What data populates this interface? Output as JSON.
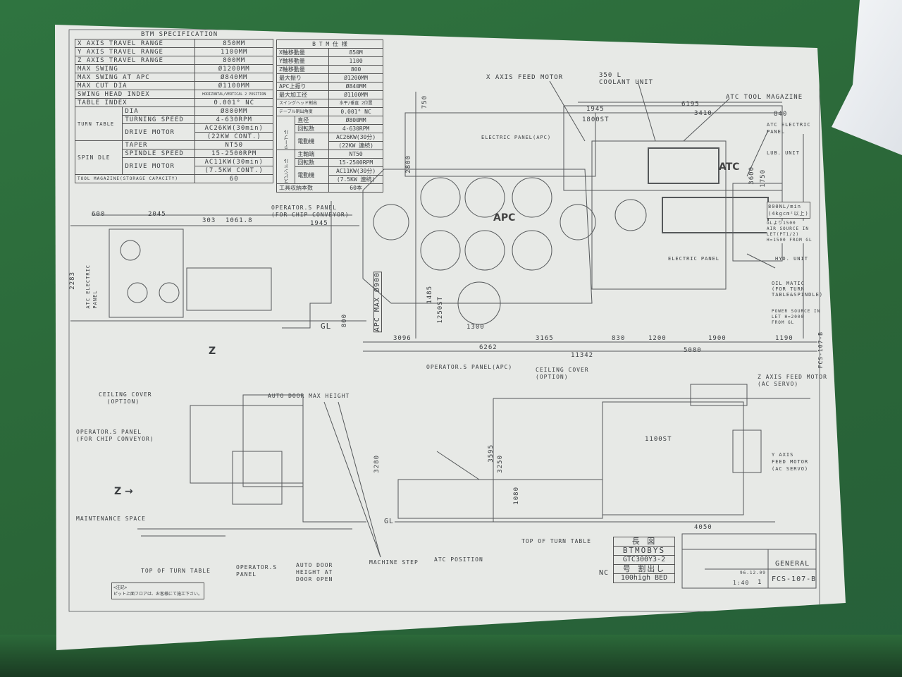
{
  "spec_en": {
    "title": "BTM SPECIFICATION",
    "rows": [
      {
        "label": "X AXIS TRAVEL RANGE",
        "value": "850MM"
      },
      {
        "label": "Y AXIS TRAVEL RANGE",
        "value": "1100MM"
      },
      {
        "label": "Z AXIS TRAVEL RANGE",
        "value": "800MM"
      },
      {
        "label": "MAX SWING",
        "value": "Ø1200MM"
      },
      {
        "label": "MAX SWING AT APC",
        "value": "Ø840MM"
      },
      {
        "label": "MAX CUT DIA",
        "value": "Ø1100MM"
      },
      {
        "label": "SWING HEAD INDEX",
        "value": "HORIZONTAL/VERTICAL 2 POSITION"
      },
      {
        "label": "TABLE INDEX",
        "value": "0.001° NC"
      }
    ],
    "turn_table": {
      "group": "TURN TABLE",
      "rows": [
        {
          "label": "DIA",
          "value": "Ø800MM"
        },
        {
          "label": "TURNING SPEED",
          "value": "4-630RPM"
        },
        {
          "label": "DRIVE MOTOR",
          "value": "AC26KW(30min)",
          "value2": "(22KW CONT.)"
        }
      ]
    },
    "spindle": {
      "group": "SPIN DLE",
      "rows": [
        {
          "label": "TAPER",
          "value": "NT50"
        },
        {
          "label": "SPINDLE SPEED",
          "value": "15-2500RPM"
        },
        {
          "label": "DRIVE MOTOR",
          "value": "AC11KW(30min)",
          "value2": "(7.5KW CONT.)"
        }
      ]
    },
    "tool_magazine": {
      "label": "TOOL MAGAZINE(STORAGE CAPACITY)",
      "value": "60"
    }
  },
  "spec_jp": {
    "title": "B T M 仕 様",
    "rows": [
      {
        "label": "X軸移動量",
        "value": "850M"
      },
      {
        "label": "Y軸移動量",
        "value": "1100"
      },
      {
        "label": "Z軸移動量",
        "value": "800"
      },
      {
        "label": "最大振り",
        "value": "Ø1200MM"
      },
      {
        "label": "APC上振り",
        "value": "Ø840MM"
      },
      {
        "label": "最大加工径",
        "value": "Ø1100MM"
      },
      {
        "label": "スイングヘッド割出",
        "value": "水平/垂直 2位置"
      },
      {
        "label": "テーブル割出角度",
        "value": "0.001° NC"
      }
    ],
    "table_group": "テーブル",
    "table_rows": [
      {
        "label": "直径",
        "value": "Ø800MM"
      },
      {
        "label": "回転数",
        "value": "4-630RPM"
      },
      {
        "label": "電動機",
        "value": "AC26KW(30分)",
        "value2": "(22KW 連続)"
      }
    ],
    "spindle_group": "スピンドル",
    "spindle_rows": [
      {
        "label": "主軸端",
        "value": "NT50"
      },
      {
        "label": "回転数",
        "value": "15-2500RPM"
      },
      {
        "label": "電動機",
        "value": "AC11KW(30分)",
        "value2": "(7.5KW 連続)"
      }
    ],
    "tool": {
      "label": "工具収納本数",
      "value": "60本"
    }
  },
  "labels": {
    "x_feed": "X AXIS FEED MOTOR",
    "coolant": "350 L\nCOOLANT UNIT",
    "atc_mag": "ATC TOOL MAGAZINE",
    "elec_apc": "ELECTRIC PANEL(APC)",
    "atc_elec": "ATC ELECTRIC\nPANEL",
    "lub": "LUB. UNIT",
    "atc": "ATC",
    "apc": "APC",
    "air_flow": "800NL/min\n(4kgcm²以上)",
    "air": "GLより1500\nAIR SOURCE IN\nLET(PT1/2)\nH=1500 FROM GL",
    "hyd": "HYD. UNIT",
    "oil": "OIL MATIC\n(FOR TURN\nTABLE&SPINDLE)",
    "power": "POWER SOURCE IN\nLET H=2000\nFROM GL",
    "elec": "ELECTRIC PANEL",
    "op_chip_top": "OPERATOR.S PANEL\n(FOR CHIP CONVEYOR)",
    "atc_elec_left": "ATC ELECTRIC\nPANEL",
    "apc_max": "APC MAX Ø900",
    "gl1": "GL",
    "z1": "Z",
    "op_apc": "OPERATOR.S PANEL(APC)",
    "ceiling_r": "CEILING COVER\n(OPTION)",
    "z_feed": "Z AXIS FEED MOTOR\n(AC SERVO)",
    "ceiling_l": "CEILING COVER\n  (OPTION)",
    "auto_door": "AUTO DOOR MAX HEIGHT",
    "op_chip_low": "OPERATOR.S PANEL\n(FOR CHIP CONVEYOR)",
    "z2": "Z →",
    "maint": "MAINTENANCE SPACE",
    "y_feed": "Y AXIS\nFEED MOTOR\n(AC SERVO)",
    "top_tt_r": "TOP OF TURN TABLE",
    "top_tt_l": "TOP OF TURN TABLE",
    "op_panel": "OPERATOR.S\nPANEL",
    "door_open": "AUTO DOOR\nHEIGHT AT\nDOOR OPEN",
    "step": "MACHINE STEP",
    "atc_pos": "ATC POSITION",
    "gl2": "GL",
    "note": "<注記>\nピット上面フロアは、お客様にて施工下さい。",
    "side_code": "FCS-107-B"
  },
  "dims": [
    "600",
    "2045",
    "303",
    "1061.8",
    "1945",
    "2283",
    "6195",
    "3410",
    "840",
    "1945",
    "1800ST",
    "750",
    "2800",
    "3096",
    "6262",
    "3165",
    "11342",
    "5080",
    "830",
    "1200",
    "1900",
    "1190",
    "1300",
    "1485",
    "1250ST",
    "3595",
    "3250",
    "3280",
    "4050",
    "1100ST",
    "1750",
    "3600",
    "1080",
    "800"
  ],
  "title_block": {
    "t1": "長 図",
    "t2": "BTMOBYS",
    "t3": "GTC300Y3-2",
    "t4": "号 割出し",
    "t5": "100high BED",
    "general": "GENERAL",
    "drawing_no": "FCS-107-B",
    "scale": "1:40",
    "sheet": "1",
    "date": "96.12.09",
    "nc": "NC"
  }
}
